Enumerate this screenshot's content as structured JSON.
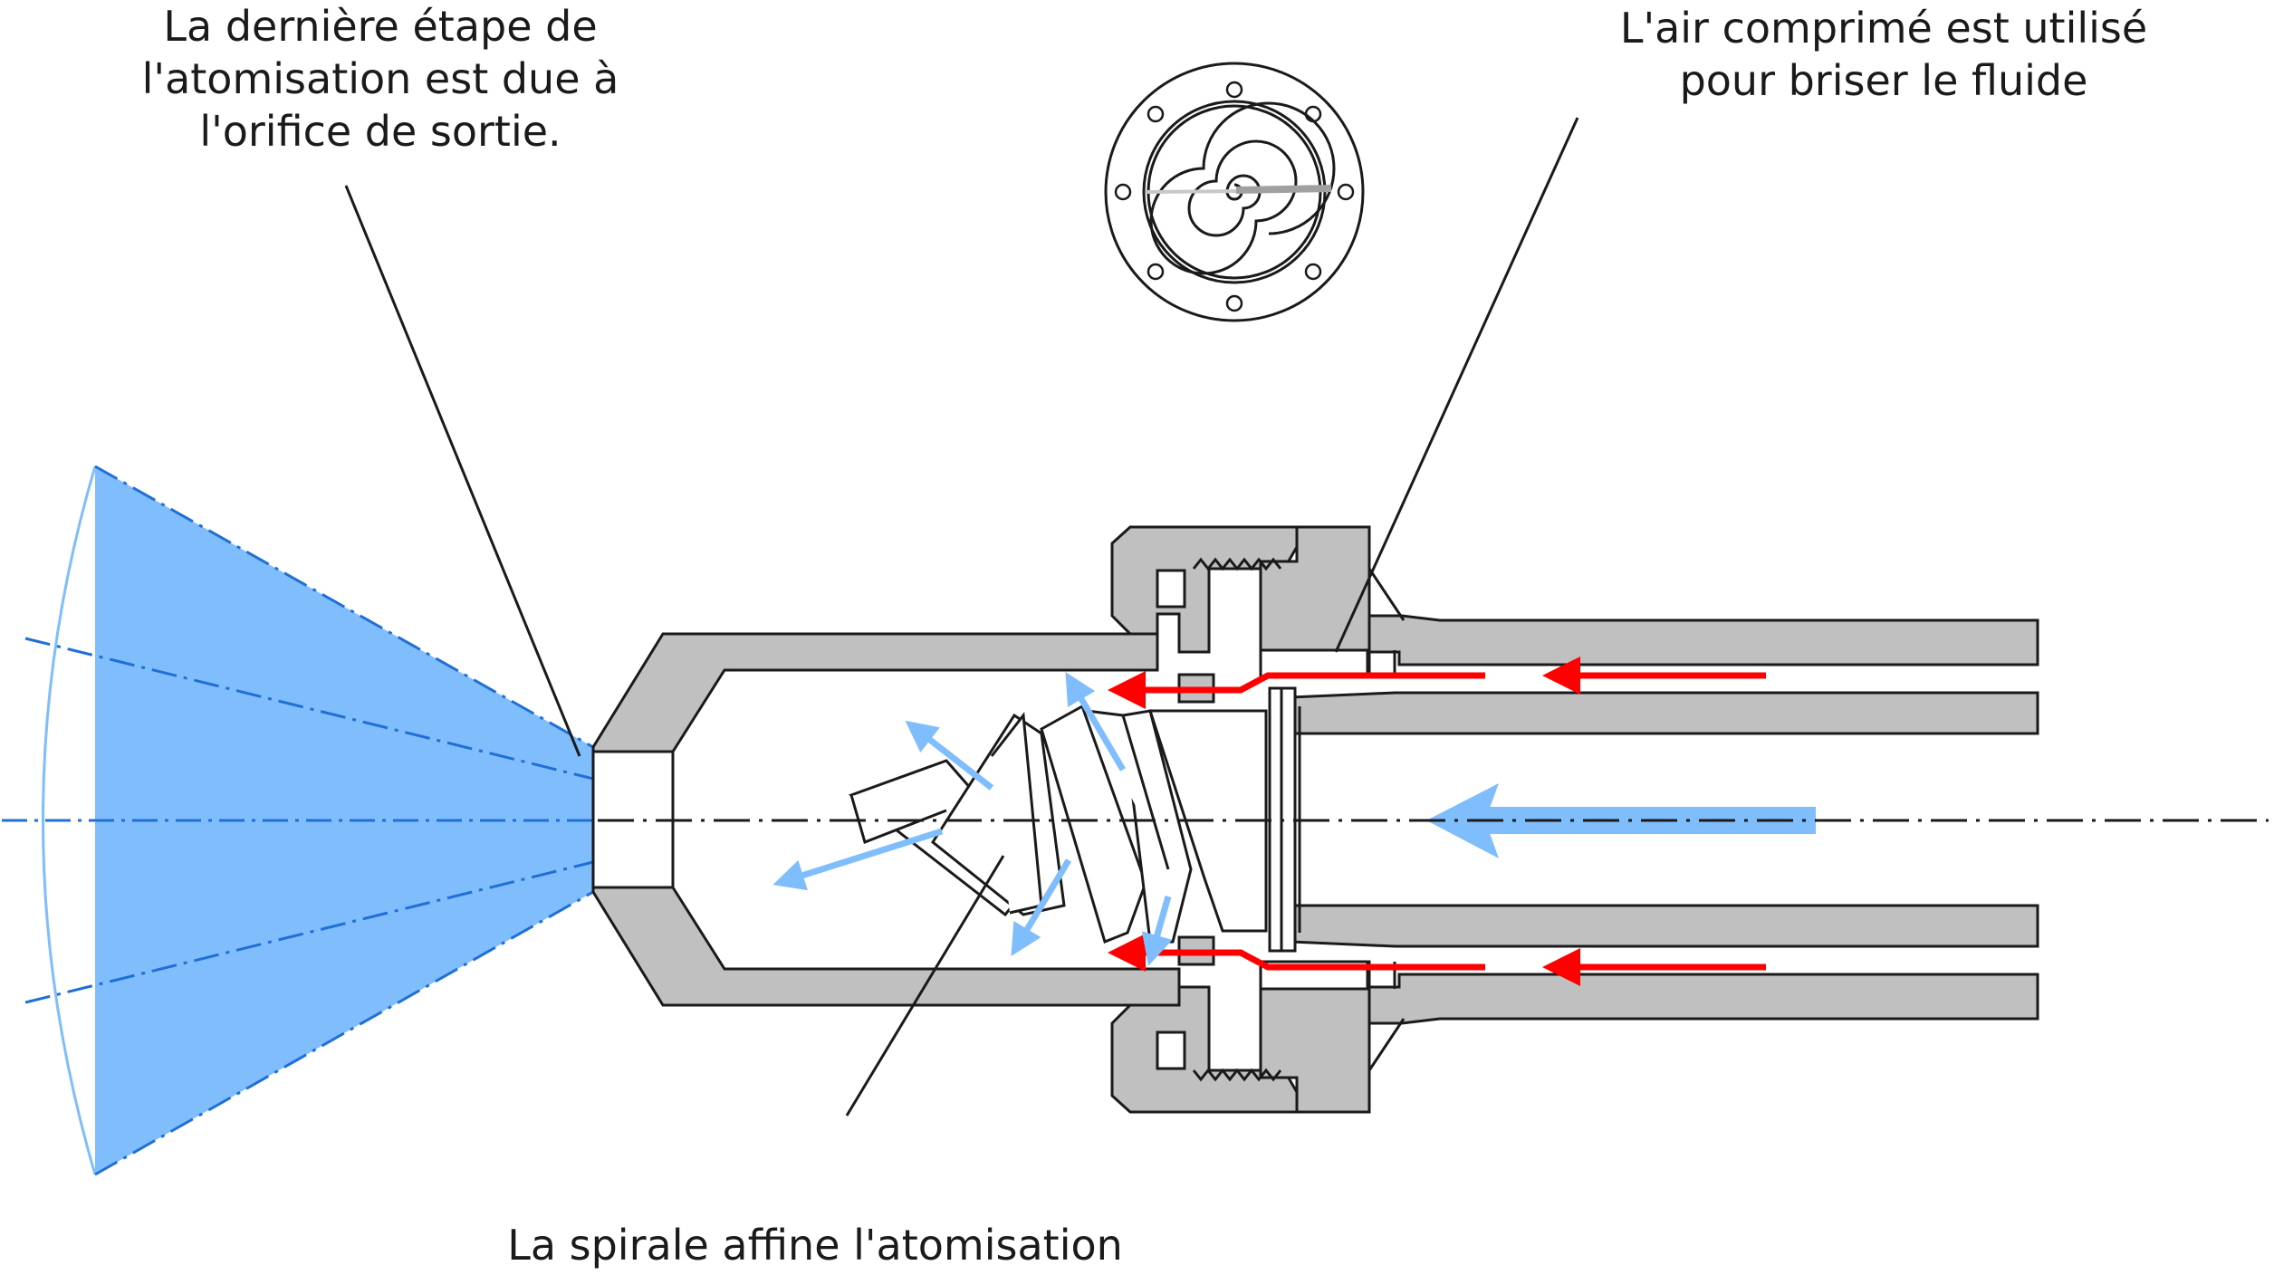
{
  "labels": {
    "exit_orifice": [
      "La dernière étape de",
      "l'atomisation est due à",
      "l'orifice de sortie."
    ],
    "compressed_air": [
      "L'air comprimé est utilisé",
      "pour briser le fluide"
    ],
    "spiral": [
      "La spirale affine l'atomisation"
    ]
  },
  "colors": {
    "spray": "#80bdfc",
    "spray_edge": "#1f6fd6",
    "body": "#c0c0c0",
    "outline": "#1a1a1a",
    "air_arrow": "#ff0000",
    "fluid_arrow": "#80bdfc"
  },
  "icons": {
    "spray_cone": "spray-cone-icon",
    "nozzle": "nozzle-body-icon",
    "end_view": "nozzle-end-view-icon"
  }
}
